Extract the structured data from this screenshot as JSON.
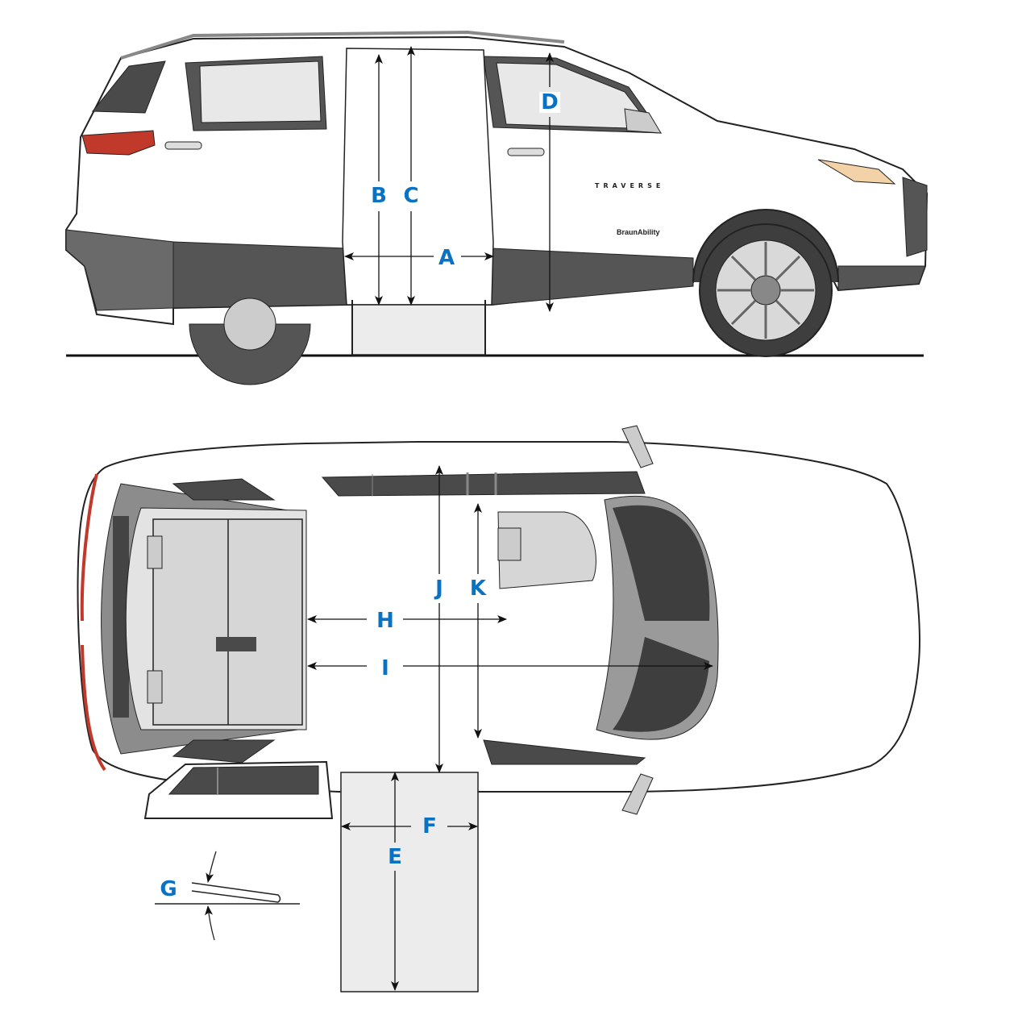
{
  "diagram": {
    "colors": {
      "label": "#0a72c3",
      "outline": "#222222",
      "dark_glass": "#4a4a4a",
      "mid_gray": "#9a9a9a",
      "light_gray": "#d6d6d6",
      "ramp": "#ececec",
      "taillight": "#c0392b"
    },
    "side_view": {
      "badge_model": "TRAVERSE",
      "badge_brand": "BraunAbility",
      "labels": {
        "A": "A",
        "B": "B",
        "C": "C",
        "D": "D"
      }
    },
    "top_view": {
      "labels": {
        "E": "E",
        "F": "F",
        "H": "H",
        "I": "I",
        "J": "J",
        "K": "K"
      }
    },
    "ramp_angle_view": {
      "labels": {
        "G": "G"
      }
    }
  }
}
